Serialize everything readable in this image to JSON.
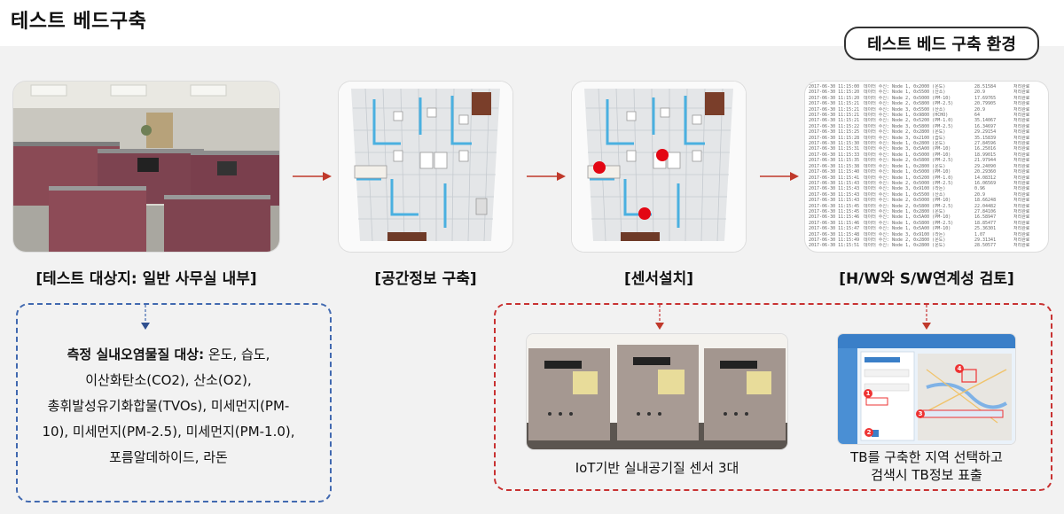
{
  "page": {
    "title": "테스트 베드구축",
    "badge": "테스트 베드 구축 환경"
  },
  "steps": [
    {
      "caption": "[테스트 대상지: 일반 사무실 내부]"
    },
    {
      "caption": "[공간정보 구축]"
    },
    {
      "caption": "[센서설치]"
    },
    {
      "caption": "[H/W와 S/W연계성 검토]"
    }
  ],
  "measure": {
    "bold_label": "측정 실내오염물질 대상:",
    "lines": [
      " 온도, 습도,",
      "이산화탄소(CO2), 산소(O2),",
      "총휘발성유기화합물(TVOs), 미세먼지(PM-",
      "10), 미세먼지(PM-2.5), 미세먼지(PM-1.0),",
      "포름알데하이드, 라돈"
    ]
  },
  "sensors": {
    "caption": "IoT기반 실내공기질 센서 3대"
  },
  "tb_app": {
    "caption_line1": "TB를 구축한 지역 선택하고",
    "caption_line2": "검색시 TB정보 표출",
    "markers": [
      "1",
      "2",
      "3",
      "4"
    ]
  },
  "log": {
    "rows": [
      [
        "2017-06-30 11:15:00",
        "데이터 수신: Node 1, 0x2000 (온도)",
        "28.51584",
        "처리완료"
      ],
      [
        "2017-06-30 11:15:20",
        "데이터 수신: Node 1, 0x5500 (산소)",
        "20.9",
        "처리완료"
      ],
      [
        "2017-06-30 11:15:20",
        "데이터 수신: Node 2, 0x5000 (PM-10)",
        "17.69765",
        "처리완료"
      ],
      [
        "2017-06-30 11:15:21",
        "데이터 수신: Node 2, 0x5800 (PM-2.5)",
        "20.79905",
        "처리완료"
      ],
      [
        "2017-06-30 11:15:21",
        "데이터 수신: Node 3, 0x5500 (산소)",
        "20.9",
        "처리완료"
      ],
      [
        "2017-06-30 11:15:21",
        "데이터 수신: Node 1, 0x9800 (HCHO)",
        "64",
        "처리완료"
      ],
      [
        "2017-06-30 11:15:21",
        "데이터 수신: Node 2, 0x5200 (PM-1.0)",
        "35.14067",
        "처리완료"
      ],
      [
        "2017-06-30 11:15:22",
        "데이터 수신: Node 3, 0x5800 (PM-2.5)",
        "16.34697",
        "처리완료"
      ],
      [
        "2017-06-30 11:15:25",
        "데이터 수신: Node 2, 0x2800 (온도)",
        "29.29154",
        "처리완료"
      ],
      [
        "2017-06-30 11:15:28",
        "데이터 수신: Node 3, 0x2100 (습도)",
        "35.15839",
        "처리완료"
      ],
      [
        "2017-06-30 11:15:30",
        "데이터 수신: Node 1, 0x2800 (온도)",
        "27.84596",
        "처리완료"
      ],
      [
        "2017-06-30 11:15:31",
        "데이터 수신: Node 3, 0x5A00 (PM-10)",
        "16.25016",
        "처리완료"
      ],
      [
        "2017-06-30 11:15:33",
        "데이터 수신: Node 1, 0x5000 (PM-10)",
        "18.99015",
        "처리완료"
      ],
      [
        "2017-06-30 11:15:35",
        "데이터 수신: Node 2, 0x5800 (PM-2.5)",
        "21.97944",
        "처리완료"
      ],
      [
        "2017-06-30 11:15:38",
        "데이터 수신: Node 1, 0x2800 (온도)",
        "29.24090",
        "처리완료"
      ],
      [
        "2017-06-30 11:15:40",
        "데이터 수신: Node 1, 0x5000 (PM-10)",
        "20.29360",
        "처리완료"
      ],
      [
        "2017-06-30 11:15:41",
        "데이터 수신: Node 1, 0x5200 (PM-1.0)",
        "14.08312",
        "처리완료"
      ],
      [
        "2017-06-30 11:15:43",
        "데이터 수신: Node 2, 0x5000 (PM-2.5)",
        "16.06569",
        "처리완료"
      ],
      [
        "2017-06-30 11:15:43",
        "데이터 수신: Node 3, 0x9100 (라돈)",
        "0.96",
        "처리완료"
      ],
      [
        "2017-06-30 11:15:43",
        "데이터 수신: Node 1, 0x5500 (산소)",
        "20.9",
        "처리완료"
      ],
      [
        "2017-06-30 11:15:43",
        "데이터 수신: Node 2, 0x5000 (PM-10)",
        "18.66248",
        "처리완료"
      ],
      [
        "2017-06-30 11:15:45",
        "데이터 수신: Node 2, 0x5800 (PM-2.5)",
        "22.04482",
        "처리완료"
      ],
      [
        "2017-06-30 11:15:45",
        "데이터 수신: Node 1, 0x2800 (온도)",
        "27.84106",
        "처리완료"
      ],
      [
        "2017-06-30 11:15:46",
        "데이터 수신: Node 1, 0x5A00 (PM-10)",
        "16.58947",
        "처리완료"
      ],
      [
        "2017-06-30 11:15:46",
        "데이터 수신: Node 1, 0x5800 (PM-2.5)",
        "18.85477",
        "처리완료"
      ],
      [
        "2017-06-30 11:15:47",
        "데이터 수신: Node 1, 0x5A00 (PM-10)",
        "25.36301",
        "처리완료"
      ],
      [
        "2017-06-30 11:15:48",
        "데이터 수신: Node 3, 0x9100 (라돈)",
        "1.07",
        "처리완료"
      ],
      [
        "2017-06-30 11:15:49",
        "데이터 수신: Node 2, 0x2800 (온도)",
        "29.31341",
        "처리완료"
      ],
      [
        "2017-06-30 11:15:51",
        "데이터 수신: Node 1, 0x2800 (온도)",
        "28.50577",
        "처리완료"
      ]
    ]
  }
}
